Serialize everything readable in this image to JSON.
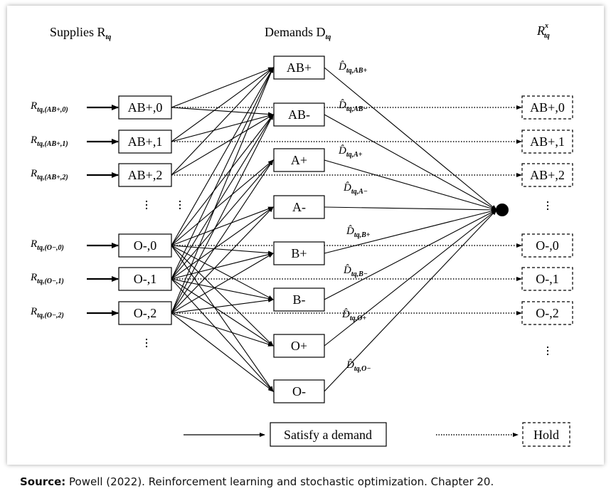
{
  "headers": {
    "supplies": "Supplies R",
    "supplies_sub": "tq",
    "demands": "Demands D",
    "demands_sub": "tq",
    "hold": "R",
    "hold_sup": "x",
    "hold_sub": "tq"
  },
  "supply_nodes": [
    "AB+,0",
    "AB+,1",
    "AB+,2",
    "O-,0",
    "O-,1",
    "O-,2"
  ],
  "supply_labels": [
    {
      "main": "R",
      "sub": "tq,(AB+,0)"
    },
    {
      "main": "R",
      "sub": "tq,(AB+,1)"
    },
    {
      "main": "R",
      "sub": "tq,(AB+,2)"
    },
    {
      "main": "R",
      "sub": "tq,(O−,0)"
    },
    {
      "main": "R",
      "sub": "tq,(O−,1)"
    },
    {
      "main": "R",
      "sub": "tq,(O−,2)"
    }
  ],
  "demand_nodes": [
    "AB+",
    "AB-",
    "A+",
    "A-",
    "B+",
    "B-",
    "O+",
    "O-"
  ],
  "demand_labels": [
    {
      "main": "D̂",
      "sub": "tq,AB+"
    },
    {
      "main": "D̂",
      "sub": "tq,AB−"
    },
    {
      "main": "D̂",
      "sub": "tq,A+"
    },
    {
      "main": "D̂",
      "sub": "tq,A−"
    },
    {
      "main": "D̂",
      "sub": "tq,B+"
    },
    {
      "main": "D̂",
      "sub": "tq,B−"
    },
    {
      "main": "D̂",
      "sub": "tq,O+"
    },
    {
      "main": "D̂",
      "sub": "tq,O−"
    }
  ],
  "hold_nodes": [
    "AB+,0",
    "AB+,1",
    "AB+,2",
    "O-,0",
    "O-,1",
    "O-,2"
  ],
  "legend": {
    "satisfy": "Satisfy a demand",
    "hold": "Hold"
  },
  "caption": {
    "bold": "Source:",
    "text": " Powell (2022). Reinforcement learning and stochastic optimization. Chapter 20."
  }
}
